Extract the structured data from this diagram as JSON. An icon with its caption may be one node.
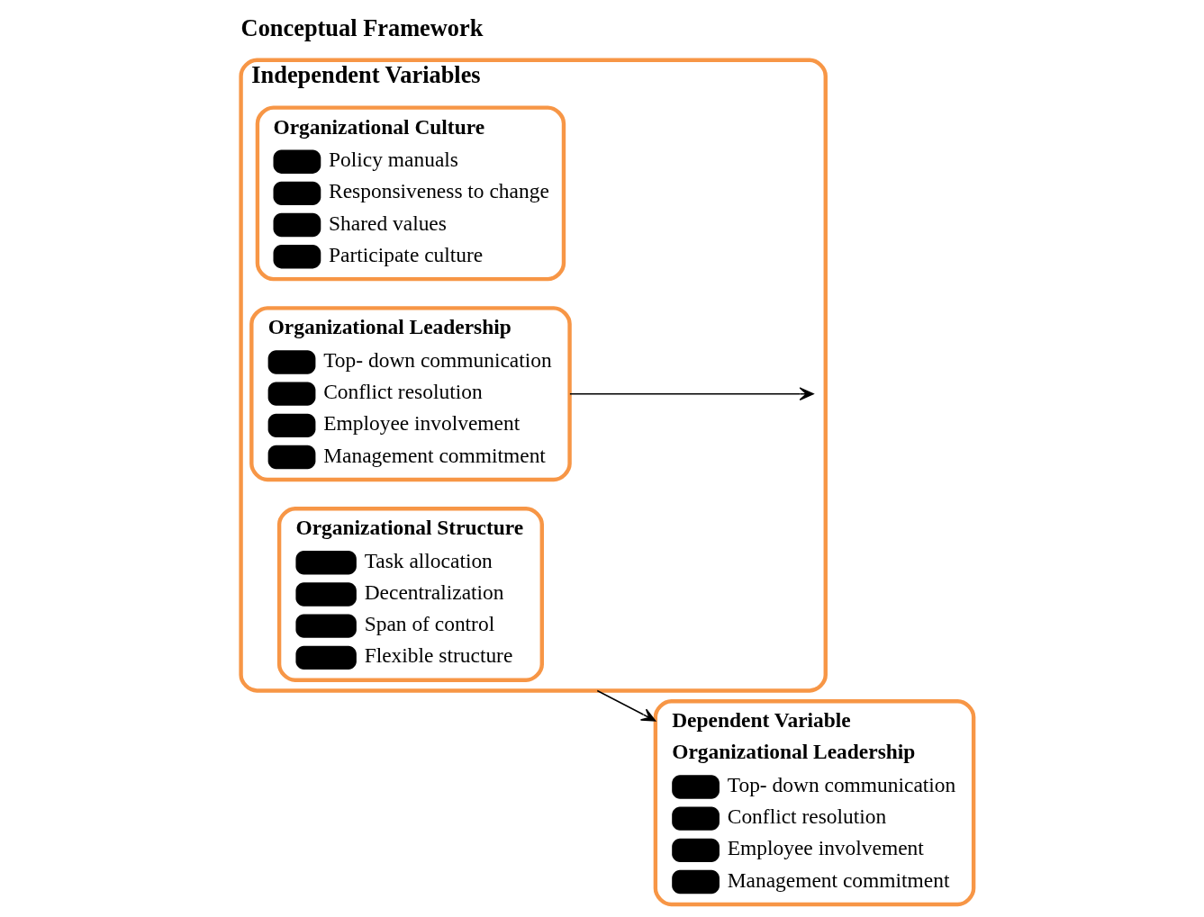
{
  "diagram": {
    "title": "Conceptual Framework",
    "nodes": [
      {
        "text": [
          "Independent Variables"
        ]
      },
      {
        "text": [
          "Organizational Leadership",
          "Top- down communication",
          "Conflict resolution",
          "Employee involvement",
          "Management commitment"
        ],
        "in": 0
      },
      {
        "text": [
          "Organizational Structure",
          "Task allocation",
          "Decentralization",
          "Span of control",
          "Flexible structure"
        ],
        "in": 0
      },
      {
        "text": [
          "Organizational Culture",
          "Policy manuals",
          "Responsiveness to change",
          "Shared values",
          "Participate culture"
        ],
        "in": 0
      },
      {
        "text": [
          "Dependent Variable",
          "Organizational Leadership",
          "Top- down communication",
          "Conflict resolution",
          "Employee involvement",
          "Management commitment"
        ]
      }
    ],
    "edges": [
      {
        "from": 1,
        "to": null,
        "arrow": "to"
      },
      {
        "from": 0,
        "to": 4,
        "arrow": "to"
      }
    ]
  }
}
